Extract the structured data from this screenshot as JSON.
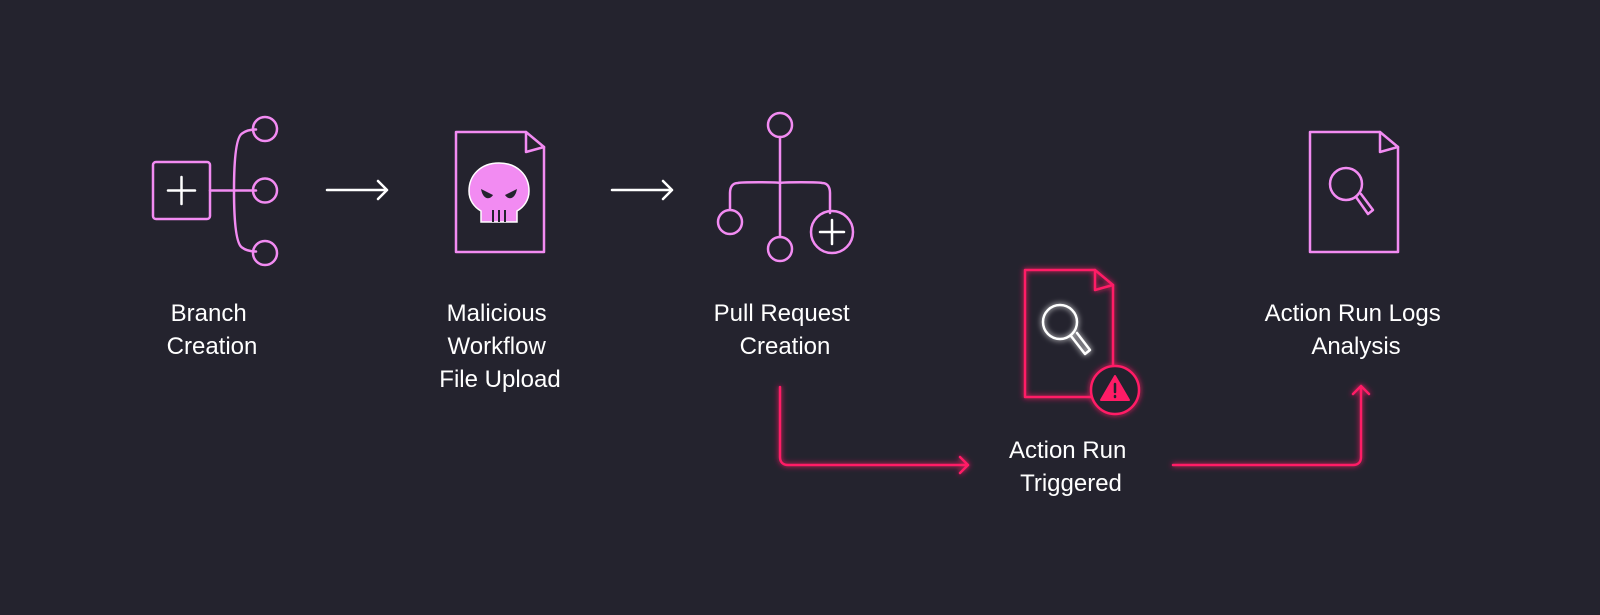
{
  "colors": {
    "background": "#24232e",
    "accent_pink": "#f28bf2",
    "alert_red": "#ff1a66",
    "text": "#ffffff"
  },
  "steps": [
    {
      "icon": "branch-icon",
      "lines": [
        "Branch",
        "Creation"
      ]
    },
    {
      "icon": "malicious-file-icon",
      "lines": [
        "Malicious",
        "Workflow",
        "File Upload"
      ]
    },
    {
      "icon": "pull-request-icon",
      "lines": [
        "Pull Request",
        "Creation"
      ]
    },
    {
      "icon": "alert-file-search-icon",
      "lines": [
        "Action Run",
        "Triggered"
      ]
    },
    {
      "icon": "file-search-icon",
      "lines": [
        "Action Run Logs",
        "Analysis"
      ]
    }
  ]
}
